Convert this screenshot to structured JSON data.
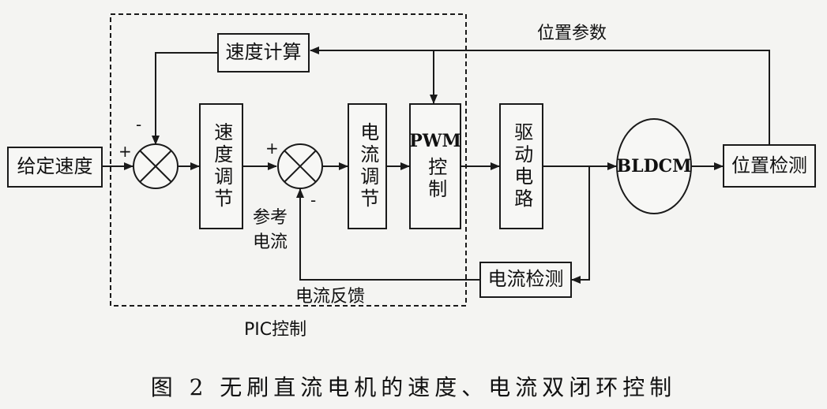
{
  "blocks": {
    "given_speed": "给定速度",
    "speed_calc": "速度计算",
    "speed_reg": "速度调节",
    "current_reg": "电流调节",
    "pwm_line1": "PWM",
    "pwm_line2": "控制",
    "drive": "驱动电路",
    "motor": "BLDCM",
    "pos_detect": "位置检测",
    "current_detect": "电流检测"
  },
  "labels": {
    "position_param": "位置参数",
    "ref_current": "参考电流",
    "current_feedback": "电流反馈",
    "pic_control": "PIC控制",
    "plus": "+",
    "minus": "-"
  },
  "caption": "图 2   无刷直流电机的速度、电流双闭环控制"
}
